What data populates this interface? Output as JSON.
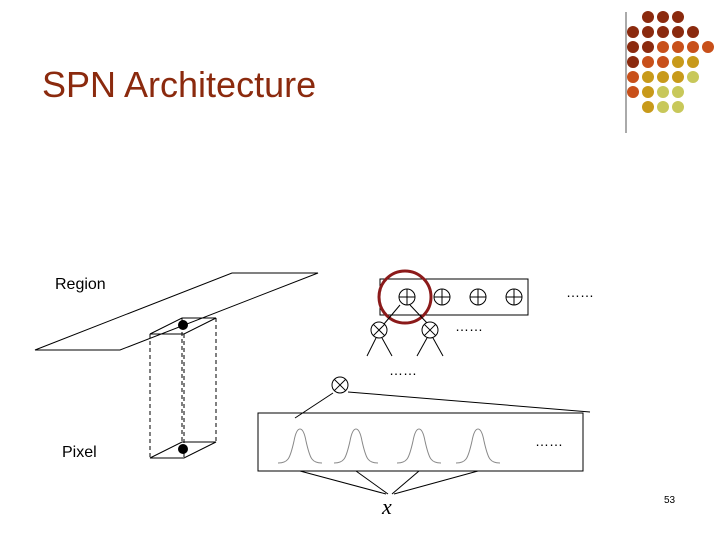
{
  "slide": {
    "title": "SPN Architecture",
    "page_number": "53"
  },
  "diagram": {
    "region_label": "Region",
    "pixel_label": "Pixel",
    "ellipsis": "……",
    "variable": "x"
  },
  "colors": {
    "title": "#8b2a0e",
    "highlight_circle": "#8b1a1a",
    "decor_palette": [
      "#8b2a0e",
      "#c8501a",
      "#c89a1a",
      "#c8c85a"
    ]
  }
}
